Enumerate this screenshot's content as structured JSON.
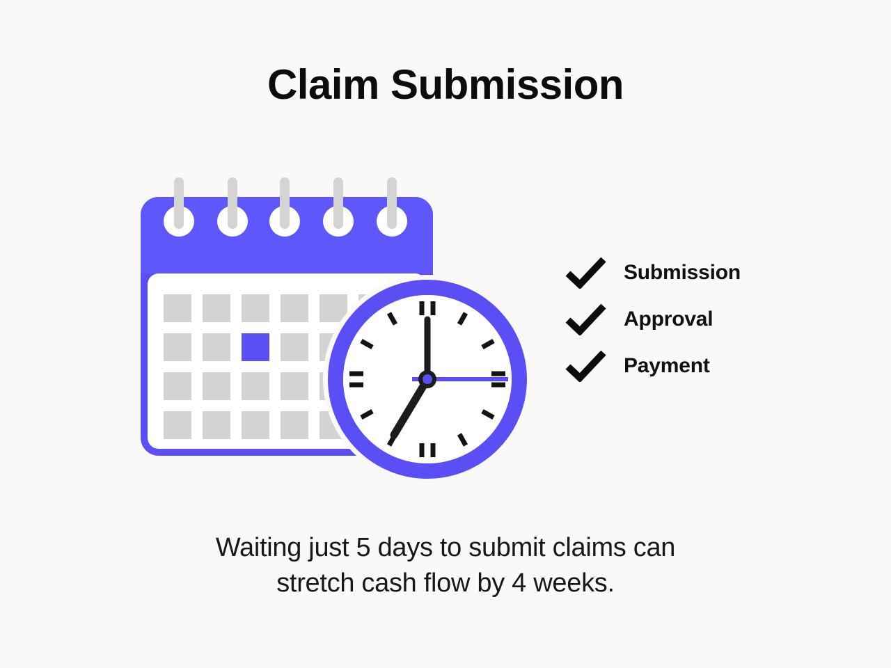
{
  "page": {
    "title": "Claim Submission",
    "background_color": "#faf9f7"
  },
  "theme": {
    "accent_purple": "#5b4ef5",
    "header_purple": "#5e57fb",
    "ink_black": "#0c0c0c",
    "gray_cell": "#d3d3d3",
    "ring_gray": "#d6d4d2",
    "white": "#ffffff"
  },
  "illustration": {
    "name": "calendar-with-clock",
    "calendar": {
      "rings_count": 5,
      "grid_rows": 4,
      "grid_cols": 6,
      "highlighted_cell": {
        "row": 2,
        "col": 3
      },
      "header_color": "#5e57fb",
      "body_color": "#ffffff",
      "outline_color": "#5b4ef5",
      "cell_color": "#d3d3d3",
      "highlight_color": "#5b4ef5"
    },
    "clock": {
      "ring_color": "#5b4ef5",
      "face_color": "#ffffff",
      "hour_hand_position": "7",
      "minute_hand_position": "12",
      "second_hand_position": "3",
      "second_hand_color": "#5b4ef5",
      "hand_color": "#1c1c1c",
      "tick_count": 12,
      "cardinal_ticks_doubled": true
    }
  },
  "checklist": {
    "items": [
      {
        "label": "Submission",
        "icon": "check-icon",
        "checked": true
      },
      {
        "label": "Approval",
        "icon": "check-icon",
        "checked": true
      },
      {
        "label": "Payment",
        "icon": "check-icon",
        "checked": true
      }
    ]
  },
  "caption": {
    "line1": "Waiting just 5 days to submit claims can",
    "line2": "stretch cash flow by 4 weeks."
  }
}
